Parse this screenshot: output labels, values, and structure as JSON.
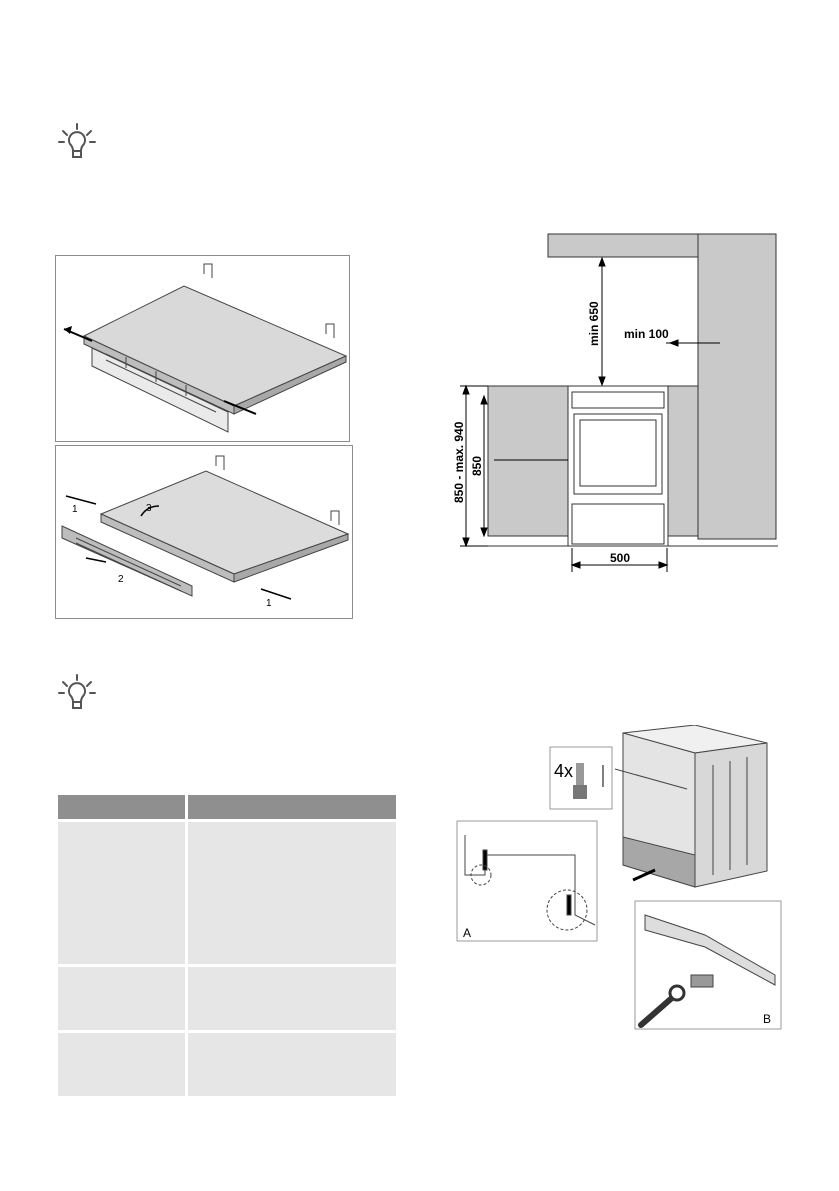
{
  "icons": {
    "tip_top": "lightbulb-tip-icon",
    "tip_bottom": "lightbulb-tip-icon"
  },
  "dimensions": {
    "min_height": "min 650",
    "min_side": "min 100",
    "range": "850 - max. 940",
    "height": "850",
    "width": "500"
  },
  "panel_steps": {
    "step1": "1",
    "step2": "2",
    "step3": "3"
  },
  "leveling": {
    "count": "4x",
    "label_a": "A",
    "label_b": "B"
  },
  "table": {
    "headers": [
      "",
      ""
    ],
    "rows": [
      [
        "",
        ""
      ],
      [
        "",
        ""
      ],
      [
        "",
        ""
      ]
    ]
  },
  "colors": {
    "cabinet_fill": "#c9c9c9",
    "table_header": "#8f8f8f",
    "table_cell": "#e6e6e6"
  }
}
